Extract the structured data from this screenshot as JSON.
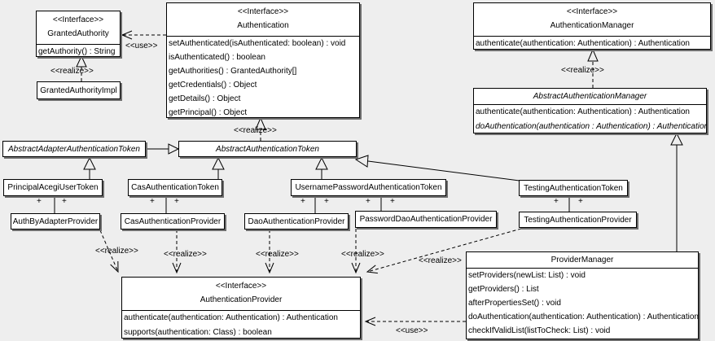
{
  "colors": {
    "background": "#eeeeee",
    "box_fill": "#ffffff",
    "line": "#000000",
    "shadow": "#6e6e6e"
  },
  "plus_label": "+",
  "labels": {
    "use_granted_authority": "<<use>>",
    "realize_granted_authority": "<<realize>>",
    "realize_abstract_token": "<<realize>>",
    "realize_abstract_manager": "<<realize>>",
    "realize_auth_by_adapter": "<<realize>>",
    "realize_cas": "<<realize>>",
    "realize_dao": "<<realize>>",
    "realize_password_dao": "<<realize>>",
    "realize_testing": "<<realize>>",
    "use_provider_manager": "<<use>>"
  },
  "classes": {
    "granted_authority": {
      "stereotype": "<<Interface>>",
      "name": "GrantedAuthority",
      "methods": [
        "getAuthority() : String"
      ]
    },
    "granted_authority_impl": {
      "name": "GrantedAuthorityImpl"
    },
    "authentication": {
      "stereotype": "<<Interface>>",
      "name": "Authentication",
      "methods": [
        "setAuthenticated(isAuthenticated: boolean) : void",
        "isAuthenticated() : boolean",
        "getAuthorities() : GrantedAuthority[]",
        "getCredentials() : Object",
        "getDetails() : Object",
        "getPrincipal() : Object"
      ]
    },
    "authentication_manager": {
      "stereotype": "<<Interface>>",
      "name": "AuthenticationManager",
      "methods": [
        "authenticate(authentication: Authentication) : Authentication"
      ]
    },
    "abstract_authentication_manager": {
      "name": "AbstractAuthenticationManager",
      "methods": [
        "authenticate(authentication: Authentication) : Authentication",
        "doAuthentication(authentication : Authentication) : Authentication"
      ]
    },
    "abstract_adapter_authentication_token": {
      "name": "AbstractAdapterAuthenticationToken"
    },
    "abstract_authentication_token": {
      "name": "AbstractAuthenticationToken"
    },
    "principal_acegi_user_token": {
      "name": "PrincipalAcegiUserToken"
    },
    "cas_authentication_token": {
      "name": "CasAuthenticationToken"
    },
    "username_password_authentication_token": {
      "name": "UsernamePasswordAuthenticationToken"
    },
    "testing_authentication_token": {
      "name": "TestingAuthenticationToken"
    },
    "auth_by_adapter_provider": {
      "name": "AuthByAdapterProvider"
    },
    "cas_authentication_provider": {
      "name": "CasAuthenticationProvider"
    },
    "dao_authentication_provider": {
      "name": "DaoAuthenticationProvider"
    },
    "password_dao_authentication_provider": {
      "name": "PasswordDaoAuthenticationProvider"
    },
    "testing_authentication_provider": {
      "name": "TestingAuthenticationProvider"
    },
    "authentication_provider": {
      "stereotype": "<<Interface>>",
      "name": "AuthenticationProvider",
      "methods": [
        "authenticate(authentication: Authentication) : Authentication",
        "supports(authentication: Class) : boolean"
      ]
    },
    "provider_manager": {
      "name": "ProviderManager",
      "methods": [
        "setProviders(newList: List) : void",
        "getProviders() : List",
        "afterPropertiesSet() : void",
        "doAuthentication(authentication: Authentication) : Authentication",
        "checkIfValidList(listToCheck: List) : void"
      ]
    }
  }
}
